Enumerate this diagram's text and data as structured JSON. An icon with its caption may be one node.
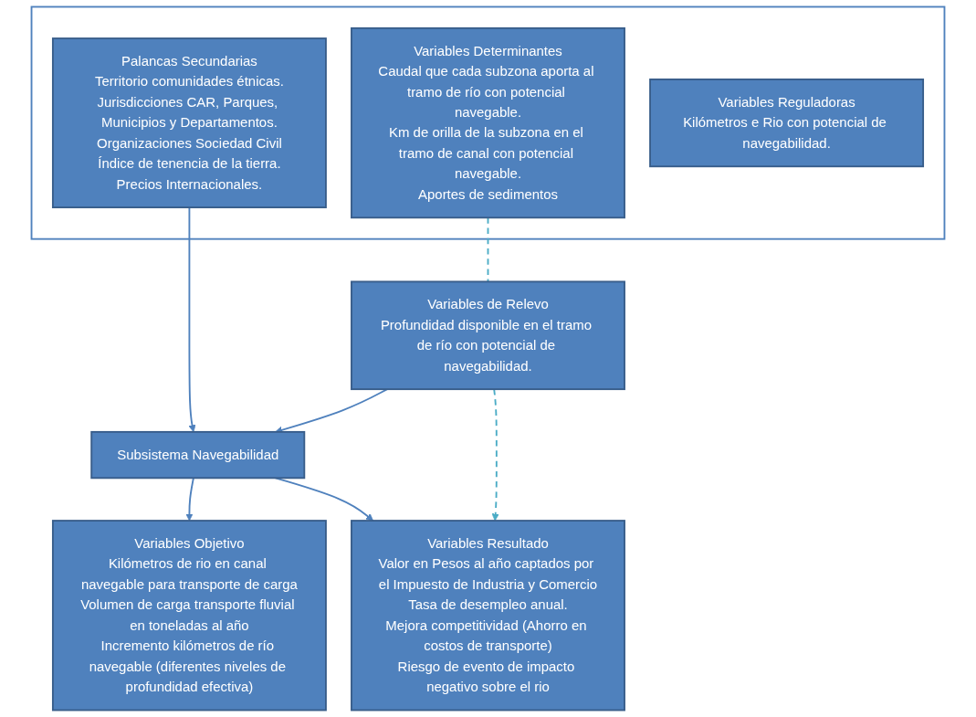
{
  "diagram": {
    "nodes": [
      {
        "text": [],
        "shape": "box"
      },
      {
        "text": [
          "Variables Determinantes",
          "Caudal que cada subzona aporta al tramo de río con potencial navegable.",
          "Km de orilla de la subzona en el tramo de canal con potencial navegable.",
          "Aportes de sedimentos"
        ],
        "in": 0
      },
      {
        "text": [
          "Palancas Secundarias",
          "Territorio comunidades étnicas.",
          "Jurisdicciones CAR, Parques, Municipios y Departamentos.",
          "Organizaciones Sociedad Civil",
          "Índice de tenencia de la tierra.",
          "Precios Internacionales."
        ],
        "in": 0
      },
      {
        "text": [
          "Variables Reguladoras",
          "Kilómetros e Rio con potencial de navegabilidad."
        ],
        "in": 0
      },
      {
        "text": [
          "Variables de Relevo",
          "Profundidad disponible en el tramo de río con potencial de navegabilidad."
        ]
      },
      {
        "text": [
          "Subsistema Navegabilidad"
        ]
      },
      {
        "text": [
          "Variables Objetivo",
          "Kilómetros de rio en canal navegable para transporte de carga",
          "Volumen de carga transporte fluvial en toneladas al año",
          "Incremento kilómetros de río navegable (diferentes niveles de profundidad efectiva)"
        ]
      },
      {
        "text": [
          "Variables Resultado",
          "Valor en Pesos al año captados por el Impuesto de Industria y Comercio",
          "Tasa de desempleo anual.",
          "Mejora competitividad (Ahorro en costos de transporte)",
          "Riesgo de evento de impacto negativo sobre el rio"
        ]
      }
    ],
    "edges": [
      {
        "from": 1,
        "to": 4,
        "arrow": "none",
        "style": "dashed",
        "color": "#4bacc6"
      },
      {
        "from": 2,
        "to": 5,
        "arrow": "to"
      },
      {
        "from": 4,
        "to": 5,
        "arrow": "to"
      },
      {
        "from": 5,
        "to": 6,
        "arrow": "to"
      },
      {
        "from": 5,
        "to": 7,
        "arrow": "to"
      },
      {
        "from": 4,
        "to": 7,
        "arrow": "to",
        "style": "dashed",
        "color": "#4bacc6"
      }
    ]
  }
}
